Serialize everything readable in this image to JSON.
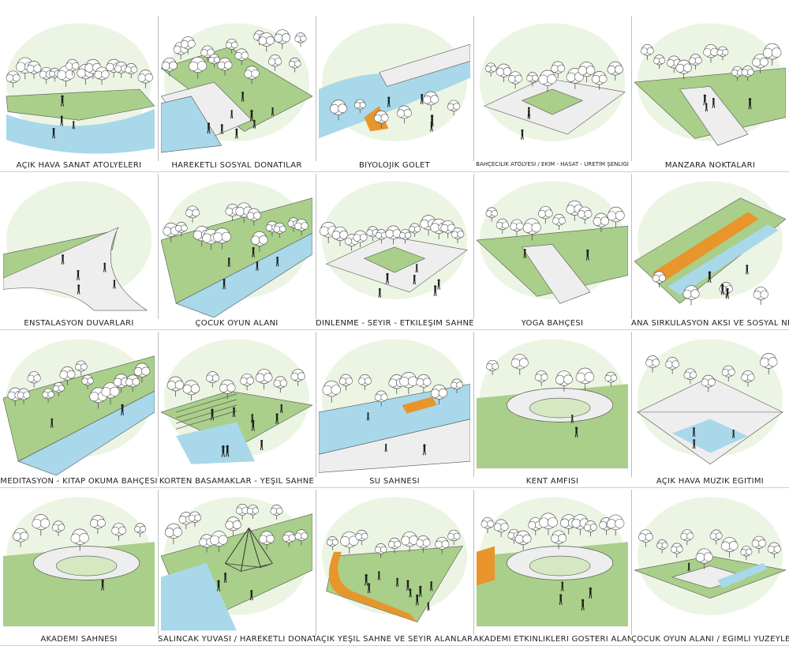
{
  "palette": {
    "grass": "#a9cf8a",
    "grass_light": "#d5e8c2",
    "water": "#a8d8ea",
    "paving": "#eeeeee",
    "accent": "#e8952b",
    "tree": "#ffffff",
    "stroke": "#555555",
    "figure": "#1e1e1e"
  },
  "panels": [
    {
      "label": "AÇIK HAVA SANAT ATÖLYELERİ",
      "kind": "water-arc",
      "trees": 14,
      "people": 4,
      "accent": true
    },
    {
      "label": "HAREKETLİ SOSYAL DONATILAR",
      "kind": "canal-grid",
      "trees": 16,
      "people": 8,
      "accent": false
    },
    {
      "label": "BİYOLOJİK GÖLET",
      "kind": "pond",
      "trees": 6,
      "people": 4,
      "accent": true
    },
    {
      "label": "BAHÇECİLİK ATÖLYESİ / EKİM - HASAT - ÜRETİM ŞENLİĞİ",
      "kind": "plaza",
      "trees": 10,
      "people": 3,
      "accent": false,
      "small": true
    },
    {
      "label": "MANZARA NOKTALARI",
      "kind": "terrace",
      "trees": 11,
      "people": 4,
      "accent": false
    },
    {
      "label": "ENSTALASYON DUVARLARI",
      "kind": "sweep",
      "trees": 0,
      "people": 5,
      "accent": false
    },
    {
      "label": "ÇOCUK OYUN ALANI",
      "kind": "canal-diag",
      "trees": 14,
      "people": 5,
      "accent": false
    },
    {
      "label": "DİNLENME - SEYİR - ETKİLEŞİM SAHNESİ",
      "kind": "plaza-trees",
      "trees": 13,
      "people": 6,
      "accent": false
    },
    {
      "label": "YOGA BAHÇESİ",
      "kind": "terrace",
      "trees": 10,
      "people": 2,
      "accent": false
    },
    {
      "label": "ANA SİRKÜLASYON AKSI VE SOSYAL NİŞLER",
      "kind": "axis",
      "trees": 4,
      "people": 4,
      "accent": true
    },
    {
      "label": "MEDİTASYON - KİTAP OKUMA BAHÇESİ",
      "kind": "canal-diag",
      "trees": 13,
      "people": 2,
      "accent": false
    },
    {
      "label": "KORTEN BASAMAKLAR - YEŞİL SAHNE",
      "kind": "steps",
      "trees": 8,
      "people": 9,
      "accent": false
    },
    {
      "label": "SU SAHNESİ",
      "kind": "water-band",
      "trees": 9,
      "people": 3,
      "accent": true
    },
    {
      "label": "KENT AMFİSİ",
      "kind": "amphi",
      "trees": 6,
      "people": 2,
      "accent": false
    },
    {
      "label": "AÇIK HAVA MÜZİK EĞİTİMİ",
      "kind": "diamond",
      "trees": 7,
      "people": 3,
      "accent": false
    },
    {
      "label": "AKADEMİ SAHNESİ",
      "kind": "amphi-slope",
      "trees": 7,
      "people": 1,
      "accent": false
    },
    {
      "label": "SALINCAK YUVASI / HAREKETLİ DONATILAR",
      "kind": "swing",
      "trees": 12,
      "people": 3,
      "accent": false
    },
    {
      "label": "AÇIK YEŞİL SAHNE VE SEYİR ALANLARI",
      "kind": "green-stage",
      "trees": 9,
      "people": 10,
      "accent": true
    },
    {
      "label": "AKADEMİ ETKİNLİKLERİ GÖSTERİ ALANI",
      "kind": "amphi",
      "trees": 12,
      "people": 4,
      "accent": true
    },
    {
      "label": "ÇOCUK OYUN ALANI / EĞİMLİ YÜZEYLER",
      "kind": "slope",
      "trees": 10,
      "people": 1,
      "accent": false
    }
  ]
}
